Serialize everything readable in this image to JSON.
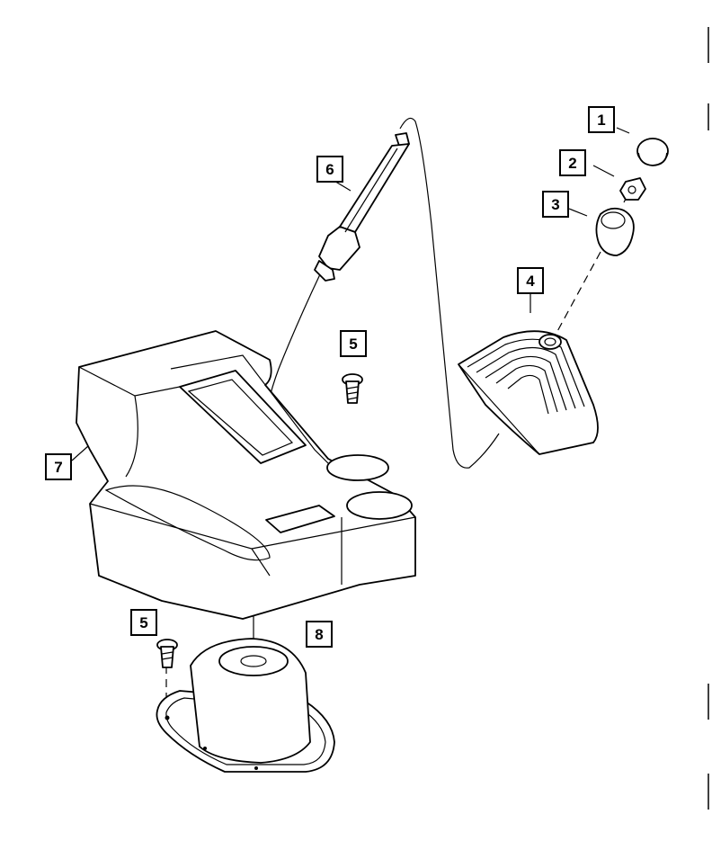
{
  "callouts": [
    {
      "id": "c1",
      "label": "1"
    },
    {
      "id": "c2",
      "label": "2"
    },
    {
      "id": "c3",
      "label": "3"
    },
    {
      "id": "c4",
      "label": "4"
    },
    {
      "id": "c5a",
      "label": "5"
    },
    {
      "id": "c5b",
      "label": "5"
    },
    {
      "id": "c6",
      "label": "6"
    },
    {
      "id": "c7",
      "label": "7"
    },
    {
      "id": "c8",
      "label": "8"
    }
  ]
}
